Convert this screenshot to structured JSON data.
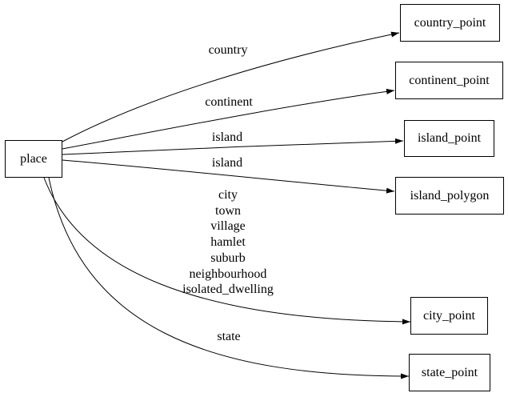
{
  "diagram": {
    "kind": "directed-graph",
    "colors": {
      "background": "#ffffff",
      "node_fill": "#ffffff",
      "stroke": "#000000",
      "text": "#000000"
    },
    "nodes": [
      {
        "id": "place",
        "label": "place"
      },
      {
        "id": "country_point",
        "label": "country_point"
      },
      {
        "id": "continent_point",
        "label": "continent_point"
      },
      {
        "id": "island_point",
        "label": "island_point"
      },
      {
        "id": "island_polygon",
        "label": "island_polygon"
      },
      {
        "id": "city_point",
        "label": "city_point"
      },
      {
        "id": "state_point",
        "label": "state_point"
      }
    ],
    "edges": [
      {
        "from": "place",
        "to": "country_point",
        "label": "country"
      },
      {
        "from": "place",
        "to": "continent_point",
        "label": "continent"
      },
      {
        "from": "place",
        "to": "island_point",
        "label": "island"
      },
      {
        "from": "place",
        "to": "island_polygon",
        "label": "island"
      },
      {
        "from": "place",
        "to": "city_point",
        "label": "city\ntown\nvillage\nhamlet\nsuburb\nneighbourhood\nisolated_dwelling"
      },
      {
        "from": "place",
        "to": "state_point",
        "label": "state"
      }
    ]
  }
}
